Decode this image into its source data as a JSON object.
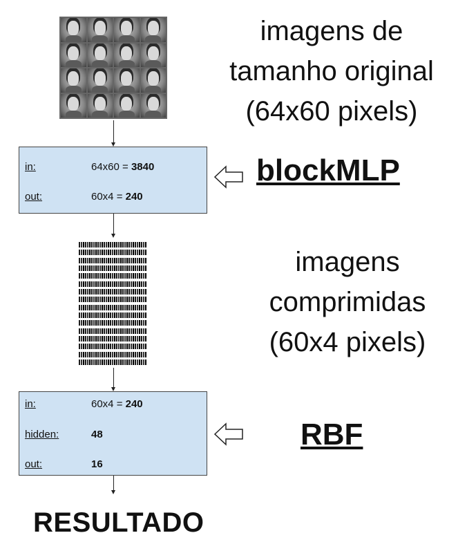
{
  "top_caption": [
    "imagens de",
    "tamanho original",
    "(64x60 pixels)"
  ],
  "mid_caption": [
    "imagens",
    "comprimidas",
    "(60x4 pixels)"
  ],
  "box1": {
    "rows": [
      {
        "label": "in:",
        "value_prefix": "64x60 = ",
        "value_bold": "3840"
      },
      {
        "label": "out:",
        "value_prefix": "60x4 = ",
        "value_bold": "240"
      }
    ],
    "title": "blockMLP"
  },
  "box2": {
    "rows": [
      {
        "label": "in:",
        "value_prefix": "60x4 = ",
        "value_bold": "240"
      },
      {
        "label": "hidden:",
        "value_prefix": "",
        "value_bold": "48"
      },
      {
        "label": "out:",
        "value_prefix": "",
        "value_bold": "16"
      }
    ],
    "title": "RBF"
  },
  "result_label": "RESULTADO",
  "colors": {
    "box_fill": "#cfe2f3",
    "box_border": "#444444"
  },
  "icons": {
    "faces_image": "face-grid-image",
    "compressed_image": "compressed-strip-image",
    "pointer": "hollow-left-arrow-icon"
  }
}
